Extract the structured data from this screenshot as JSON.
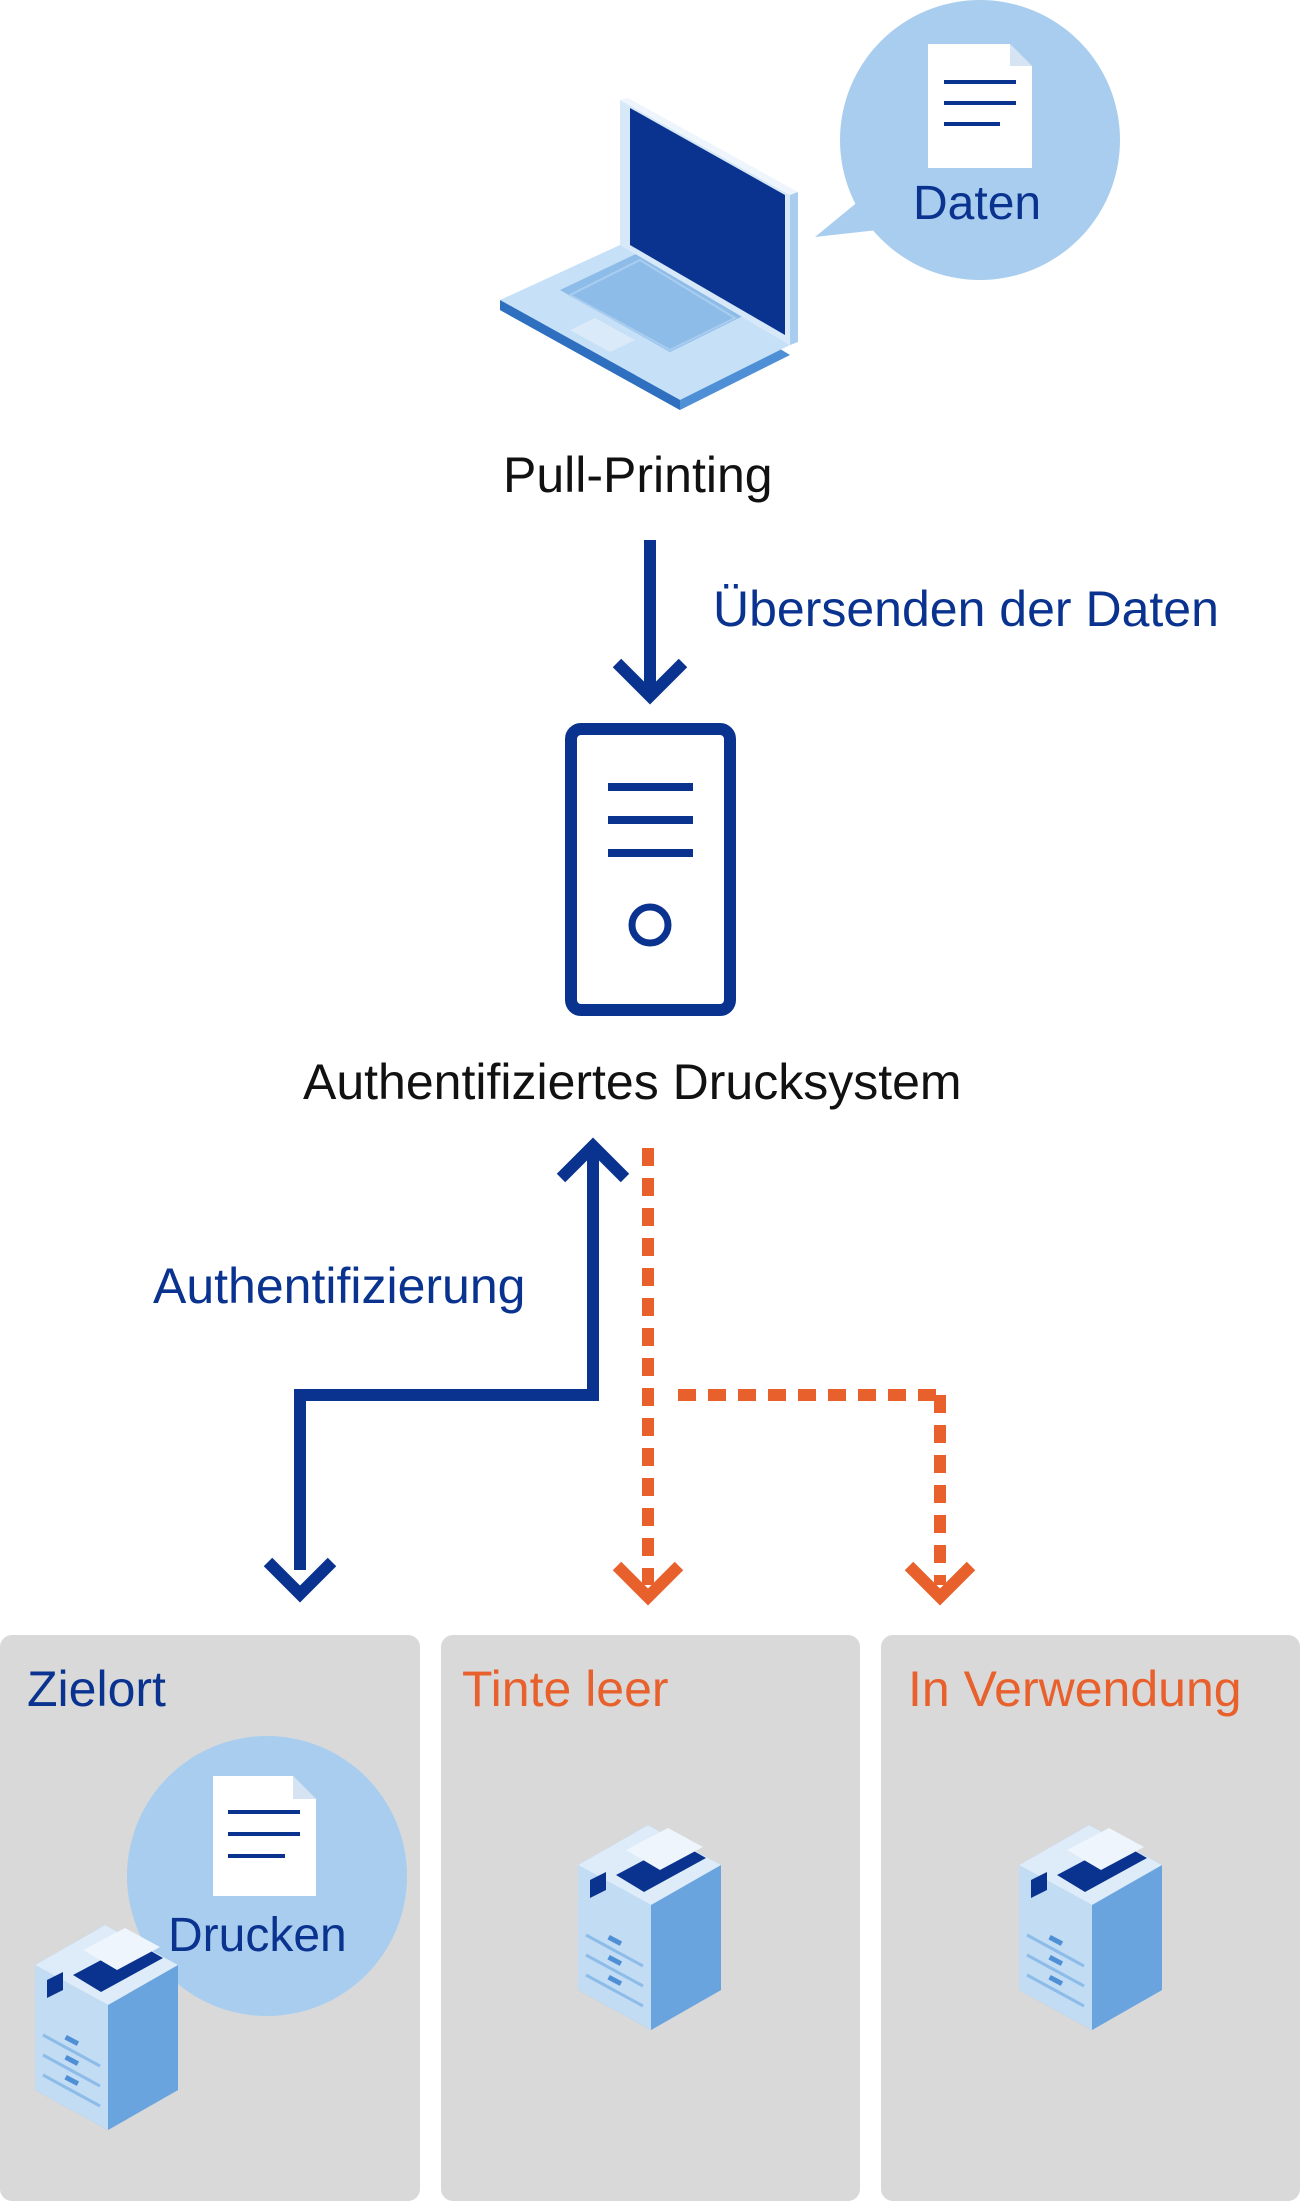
{
  "diagram": {
    "laptop": {
      "label": "Pull-Printing",
      "bubble_label": "Daten",
      "icon": "laptop-icon"
    },
    "transfer_label": "Übersenden der Daten",
    "server": {
      "label": "Authentifiziertes Drucksystem",
      "icon": "server-icon"
    },
    "auth_label": "Authentifizierung",
    "printers": [
      {
        "status": "Zielort",
        "bubble_label": "Drucken",
        "status_color": "#0a3390"
      },
      {
        "status": "Tinte leer",
        "status_color": "#e8612c"
      },
      {
        "status": "In Verwendung",
        "status_color": "#e8612c"
      }
    ]
  },
  "colors": {
    "navy": "#0a3390",
    "orange": "#e8612c",
    "light_blue": "#a9cdef",
    "panel_gray": "#d9d9d9"
  }
}
